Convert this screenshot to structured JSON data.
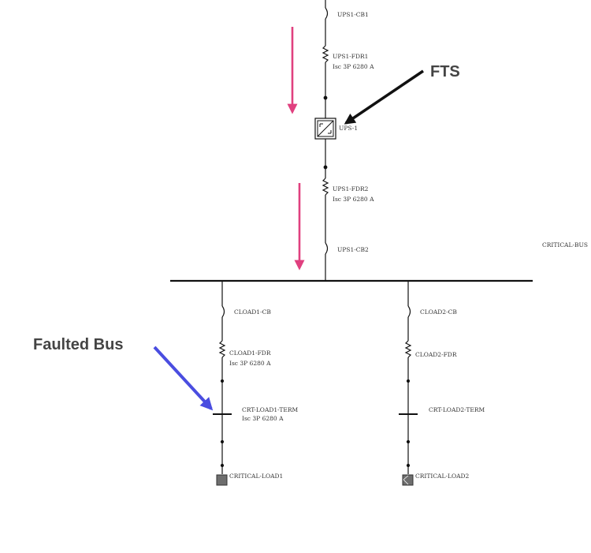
{
  "colors": {
    "line": "#111111",
    "flow_arrow": "#e0407f",
    "fts_arrow": "#111111",
    "fault_arrow": "#4a4de0",
    "load_box": "#6e6e6e",
    "callout_text": "#444444"
  },
  "upstream": {
    "breaker1": "UPS1-CB1",
    "feeder1": {
      "name": "UPS1-FDR1",
      "isc": "Isc 3P 6280 A"
    },
    "ups": "UPS-1",
    "feeder2": {
      "name": "UPS1-FDR2",
      "isc": "Isc 3P 6280 A"
    },
    "breaker2": "UPS1-CB2"
  },
  "bus": {
    "name": "CRITICAL-BUS"
  },
  "branch1": {
    "breaker": "CLOAD1-CB",
    "feeder": {
      "name": "CLOAD1-FDR",
      "isc": "Isc 3P 6280 A"
    },
    "terminal": {
      "name": "CRT-LOAD1-TERM",
      "isc": "Isc 3P 6280 A"
    },
    "load": "CRITICAL-LOAD1"
  },
  "branch2": {
    "breaker": "CLOAD2-CB",
    "feeder": {
      "name": "CLOAD2-FDR"
    },
    "terminal": {
      "name": "CRT-LOAD2-TERM"
    },
    "load": "CRITICAL-LOAD2"
  },
  "annotations": {
    "fts": "FTS",
    "faulted_bus": "Faulted Bus"
  }
}
